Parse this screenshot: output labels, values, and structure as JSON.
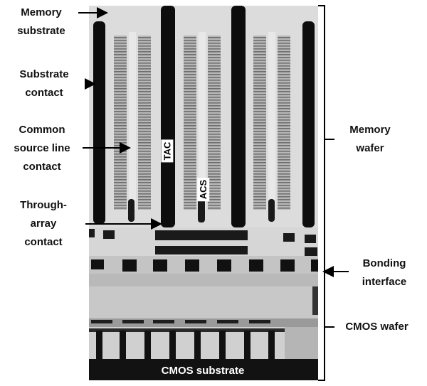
{
  "left_labels": {
    "memory_substrate": [
      "Memory",
      "substrate"
    ],
    "substrate_contact": [
      "Substrate",
      "contact"
    ],
    "common_source_line_contact": [
      "Common",
      "source line",
      "contact"
    ],
    "through_array_contact": [
      "Through-",
      "array",
      "contact"
    ]
  },
  "right_labels": {
    "memory_wafer": [
      "Memory",
      "wafer"
    ],
    "bonding_interface": [
      "Bonding",
      "interface"
    ],
    "cmos_wafer": [
      "CMOS wafer"
    ]
  },
  "inline_tags": {
    "tac": "TAC",
    "acs": "ACS",
    "cmos_substrate": "CMOS substrate"
  }
}
